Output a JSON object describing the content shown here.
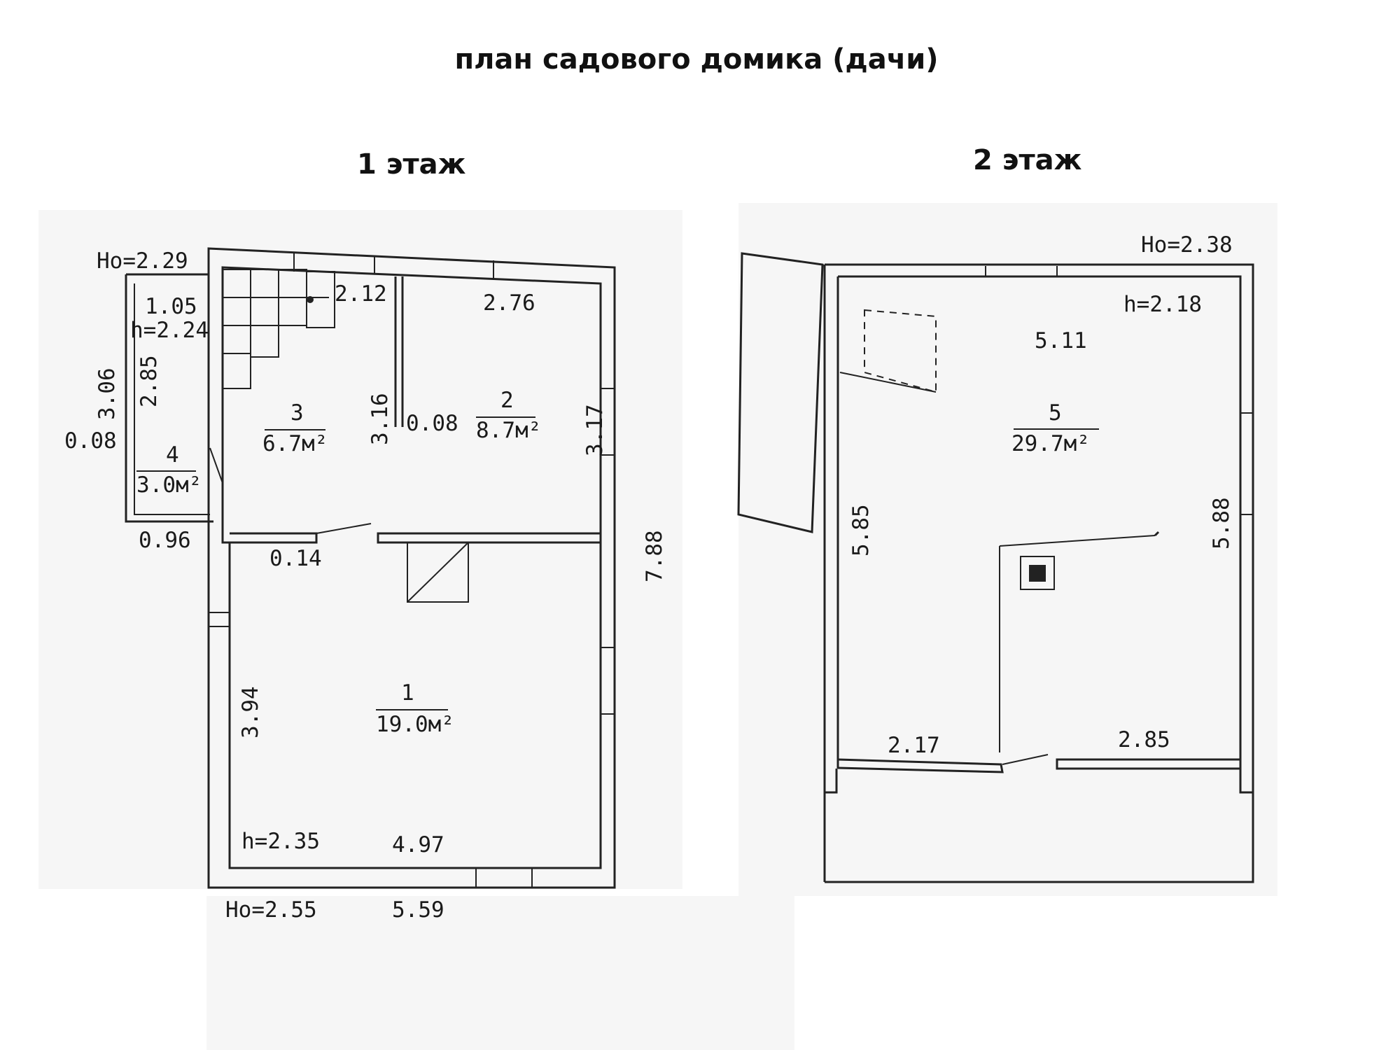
{
  "title": "план садового домика (дачи)",
  "floor1": {
    "title": "1 этаж",
    "labels": {
      "ho_top": "Ho=2.29",
      "d105": "1.05",
      "h224": "h=2.24",
      "d306": "3.06",
      "d285": "2.85",
      "d008a": "0.08",
      "d212": "2.12",
      "d276": "2.76",
      "r3": "3",
      "r3area": "6.7м²",
      "d316": "3.16",
      "d008b": "0.08",
      "r2": "2",
      "r2area": "8.7м²",
      "d317": "3.17",
      "r4": "4",
      "r4area": "3.0м²",
      "d096": "0.96",
      "d014": "0.14",
      "d788": "7.88",
      "d394": "3.94",
      "r1": "1",
      "r1area": "19.0м²",
      "h235": "h=2.35",
      "d497": "4.97",
      "ho_bottom": "Ho=2.55",
      "d559": "5.59"
    }
  },
  "floor2": {
    "title": "2 этаж",
    "labels": {
      "ho_top": "Ho=2.38",
      "h218": "h=2.18",
      "d511": "5.11",
      "r5": "5",
      "r5area": "29.7м²",
      "d585": "5.85",
      "d588": "5.88",
      "d217": "2.17",
      "d285": "2.85"
    }
  }
}
